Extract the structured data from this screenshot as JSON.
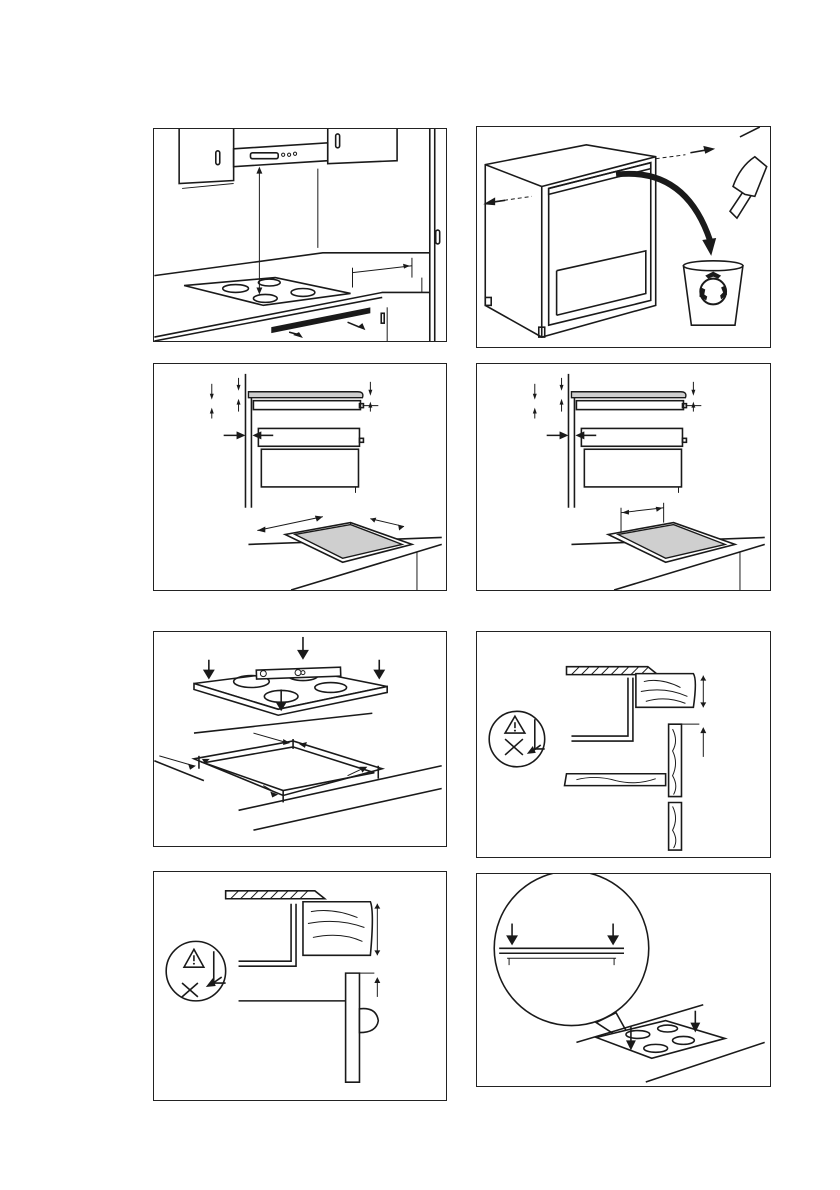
{
  "page": {
    "background": "#ffffff",
    "line_color": "#1a1a1a"
  },
  "figures": [
    {
      "id": "fig-1",
      "name": "hood-above-hob-clearance"
    },
    {
      "id": "fig-2",
      "name": "remove-cabinet-rail-recycle"
    },
    {
      "id": "fig-3",
      "name": "cutout-dimensions-with-oven-a"
    },
    {
      "id": "fig-4",
      "name": "cutout-dimensions-with-oven-b"
    },
    {
      "id": "fig-5",
      "name": "place-hob-into-cutout"
    },
    {
      "id": "fig-6",
      "name": "seal-worktop-edge-with-drawer"
    },
    {
      "id": "fig-7",
      "name": "seal-worktop-edge-with-door"
    },
    {
      "id": "fig-8",
      "name": "press-hob-into-worktop"
    }
  ],
  "icons": [
    "warning-triangle-icon",
    "recycle-icon",
    "arrow-icon"
  ]
}
